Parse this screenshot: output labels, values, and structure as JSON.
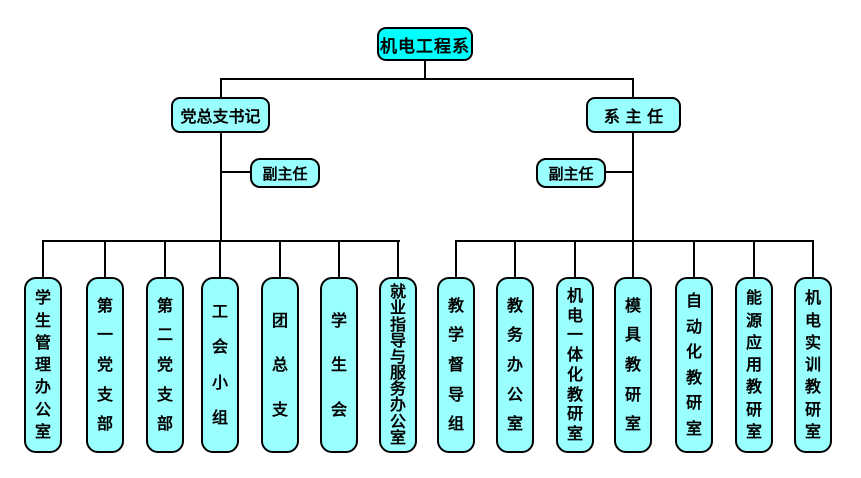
{
  "chart": {
    "root": {
      "label": "机电工程系"
    },
    "branches": [
      {
        "head": {
          "label": "党总支书记"
        },
        "deputy": {
          "label": "副主任"
        },
        "children": [
          {
            "label": "学生管理办公室"
          },
          {
            "label": "第一党支部"
          },
          {
            "label": "第二党支部"
          },
          {
            "label": "工会小组"
          },
          {
            "label": "团总支"
          },
          {
            "label": "学生会"
          },
          {
            "label": "就业指导与服务办公室"
          }
        ]
      },
      {
        "head": {
          "label": "系 主 任"
        },
        "deputy": {
          "label": "副主任"
        },
        "children": [
          {
            "label": "教学督导组"
          },
          {
            "label": "教务办公室"
          },
          {
            "label": "机电一体化教研室"
          },
          {
            "label": "模具教研室"
          },
          {
            "label": "自动化教研室"
          },
          {
            "label": "能源应用教研室"
          },
          {
            "label": "机电实训教研室"
          }
        ]
      }
    ],
    "colors": {
      "root_fill": "#00ffff",
      "node_fill": "#99ffff",
      "line": "#000000",
      "background": "#ffffff"
    }
  }
}
